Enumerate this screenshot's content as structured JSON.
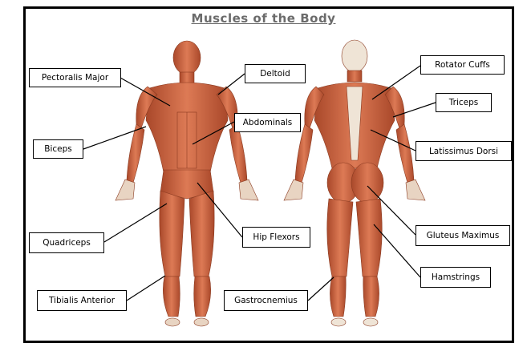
{
  "title": "Muscles of the Body",
  "colors": {
    "muscle": "#c9623f",
    "muscle_dark": "#9a3f24",
    "muscle_light": "#e59a7c",
    "tendon": "#efe4d6",
    "frame": "#000000",
    "title": "#6b6b6b"
  },
  "labels": {
    "pectoralis_major": "Pectoralis Major",
    "deltoid": "Deltoid",
    "abdominals": "Abdominals",
    "biceps": "Biceps",
    "quadriceps": "Quadriceps",
    "hip_flexors": "Hip Flexors",
    "tibialis_anterior": "Tibialis Anterior",
    "gastrocnemius": "Gastrocnemius",
    "rotator_cuffs": "Rotator Cuffs",
    "triceps": "Triceps",
    "latissimus_dorsi": "Latissimus Dorsi",
    "gluteus_maximus": "Gluteus Maximus",
    "hamstrings": "Hamstrings"
  }
}
